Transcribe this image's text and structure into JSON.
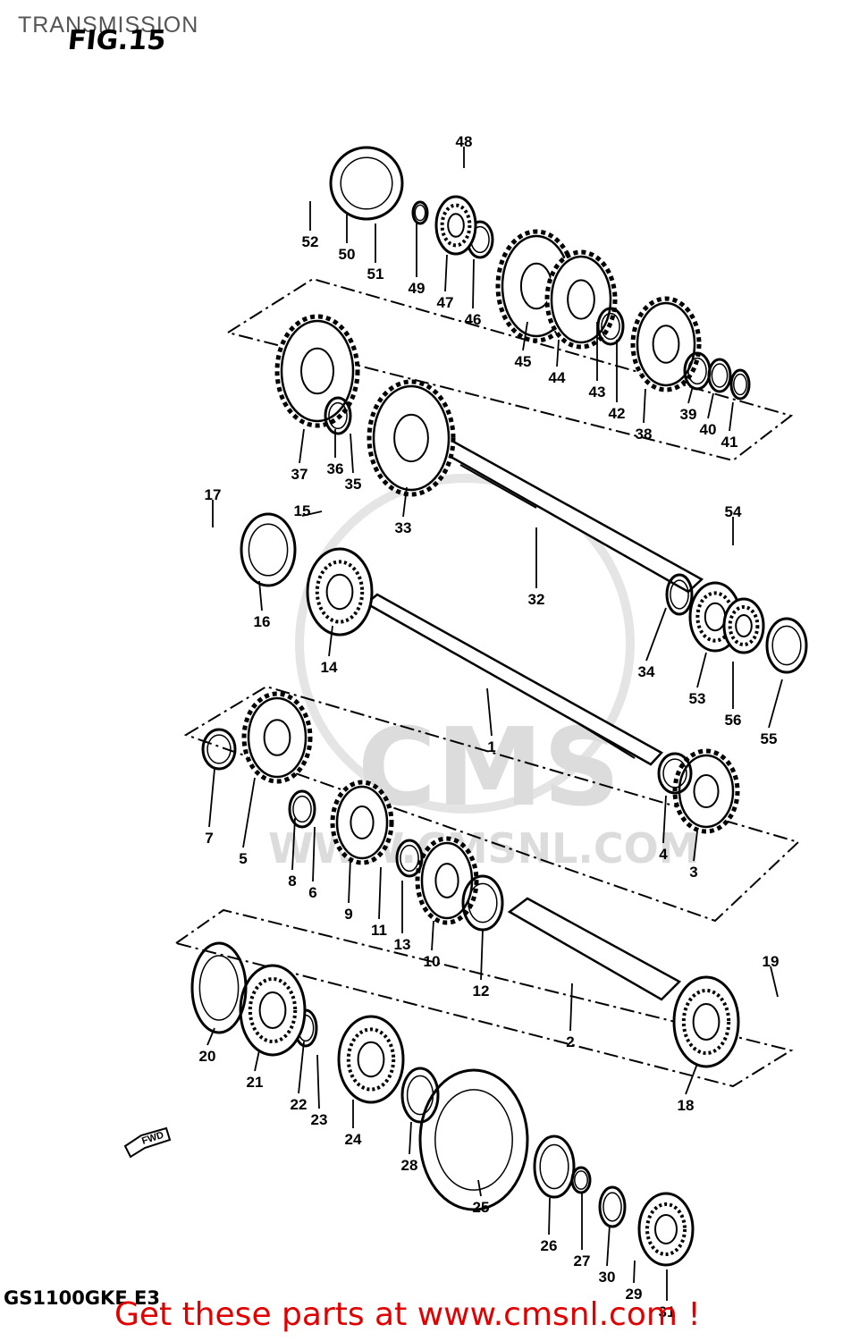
{
  "page_title": "TRANSMISSION",
  "figure_label": "FIG.15",
  "model_code": "GS1100GKE E3",
  "direction_label": "FWD",
  "footer": {
    "prefix": "Get these parts at ",
    "link_text": "www.cmsnl.com",
    "suffix": " !"
  },
  "watermark": {
    "brand": "CMS",
    "site": "WWW.CMSNL.COM"
  },
  "callouts": [
    "1",
    "2",
    "3",
    "4",
    "5",
    "6",
    "7",
    "8",
    "9",
    "10",
    "11",
    "12",
    "13",
    "14",
    "15",
    "16",
    "17",
    "18",
    "19",
    "20",
    "21",
    "22",
    "23",
    "24",
    "25",
    "26",
    "27",
    "28",
    "29",
    "30",
    "31",
    "32",
    "33",
    "34",
    "35",
    "36",
    "37",
    "38",
    "39",
    "40",
    "41",
    "42",
    "43",
    "44",
    "45",
    "46",
    "47",
    "48",
    "49",
    "50",
    "51",
    "52",
    "53",
    "54",
    "55",
    "56"
  ]
}
